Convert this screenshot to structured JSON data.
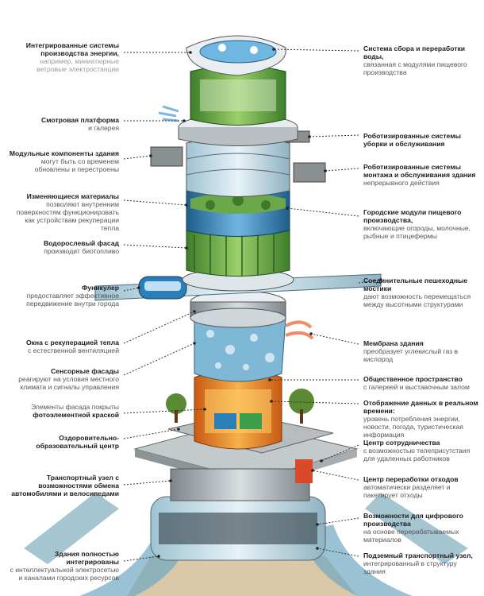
{
  "left": [
    {
      "title": "Интегрированные системы производства энергии,",
      "desc": "например, миниатюрные ветровые электростанции"
    },
    {
      "title": "Смотровая платформа",
      "desc": "и галерея"
    },
    {
      "title": "Модульные компоненты здания",
      "desc": "могут быть со временем обновлены и перестроены"
    },
    {
      "title": "Изменяющиеся материалы",
      "desc": "позволяют внутренним поверхностям функционировать как устройствам рекуперации тепла"
    },
    {
      "title": "Водорослевый фасад",
      "desc": "производит биотопливо"
    },
    {
      "title": "Фуникулер",
      "desc": "предоставляет эффективное передвижение внутри города"
    },
    {
      "title": "Окна с рекуперацией тепла",
      "desc": "с естественной вентиляцией"
    },
    {
      "title": "Сенсорные фасады",
      "desc": "реагируют на условия местного климата и сигналы управления"
    },
    {
      "title": "фотоэлементной краской",
      "desc": "Элементы фасада покрыты"
    },
    {
      "title": "Оздоровительно-образовательный центр",
      "desc": ""
    },
    {
      "title": "Транспортный узел с возможностями обмена автомобилями и велосипедами",
      "desc": ""
    },
    {
      "title": "Здания полностью интегрированы",
      "desc": "с интеллектуальной электросетью и каналами городских ресурсов"
    }
  ],
  "right": [
    {
      "title": "Система сбора и переработки воды,",
      "desc": "связанная с модулями пищевого производства"
    },
    {
      "title": "Роботизированные системы уборки и обслуживания",
      "desc": ""
    },
    {
      "title": "Роботизированные системы монтажа и обслуживания здания",
      "desc": "непрерывного действия"
    },
    {
      "title": "Городские модули пищевого производства,",
      "desc": "включающие огороды, молочные, рыбные и птицефермы"
    },
    {
      "title": "Соединительные пешеходные мостики",
      "desc": "дают возможность перемещаться между высотными структурами"
    },
    {
      "title": "Мембрана здания",
      "desc": "преобразует углекислый газ в кислород"
    },
    {
      "title": "Общественное пространство",
      "desc": "с галереей и выставочным залом"
    },
    {
      "title": "Отображение данных в реальном времени:",
      "desc": "уровень потребления энергии, новости, погода, туристическая информация"
    },
    {
      "title": "Центр сотрудничества",
      "desc": "с возможностью телеприсутствия для удаленных работников"
    },
    {
      "title": "Центр переработки отходов",
      "desc": "автоматически разделяет и пакетирует отходы"
    },
    {
      "title": "Возможности для цифрового производства",
      "desc": "на основе перерабатываемых материалов"
    },
    {
      "title": "Подземный транспортный узел,",
      "desc": "интегрированный в структуру здания"
    }
  ],
  "colors": {
    "glass": "#cfe4ee",
    "green": "#6fae3a",
    "blue": "#2a7fb8",
    "grey": "#9aa3a8",
    "orange": "#f08a24"
  }
}
